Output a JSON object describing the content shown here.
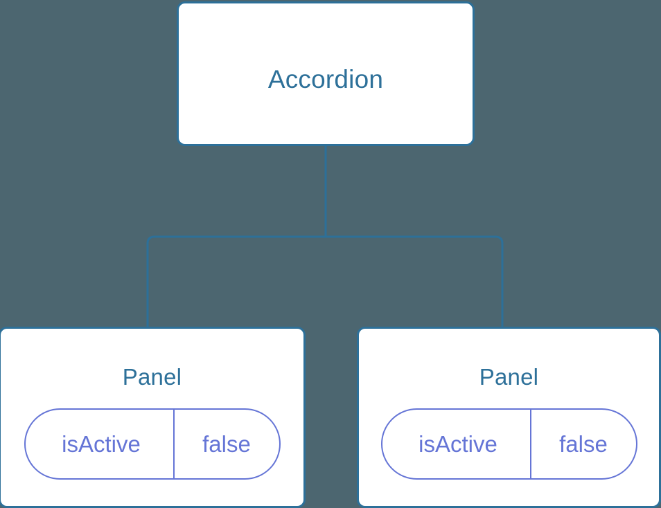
{
  "diagram": {
    "type": "component-tree",
    "background_color": "#4c6670",
    "node_border_color": "#2d7099",
    "node_fill_color": "#ffffff",
    "node_label_color": "#2d7099",
    "edge_color": "#2d7099",
    "pill_color": "#6575d6",
    "root": {
      "id": "accordion",
      "label": "Accordion"
    },
    "children": [
      {
        "id": "panel-left",
        "label": "Panel",
        "state": {
          "key": "isActive",
          "value": "false"
        }
      },
      {
        "id": "panel-right",
        "label": "Panel",
        "state": {
          "key": "isActive",
          "value": "false"
        }
      }
    ]
  }
}
